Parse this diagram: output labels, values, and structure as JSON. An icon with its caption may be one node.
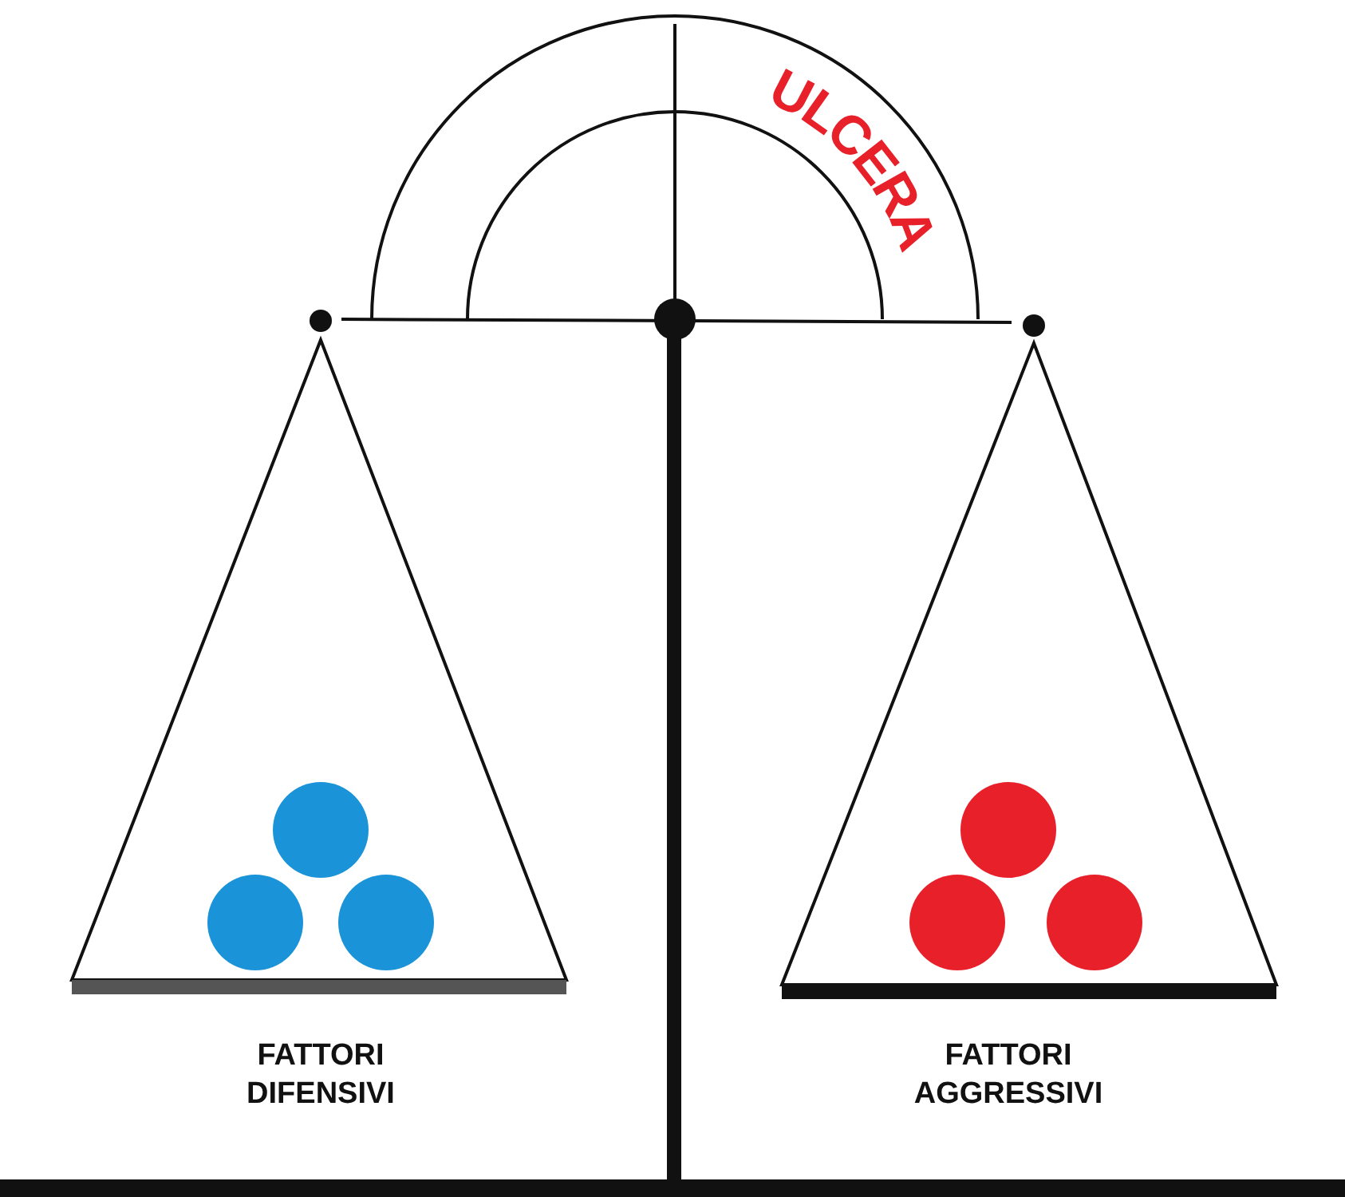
{
  "diagram": {
    "labels": [
      "ULCERA",
      "FATTORI DIFENSIVI",
      "FATTORI AGGRESSIVI"
    ]
  }
}
